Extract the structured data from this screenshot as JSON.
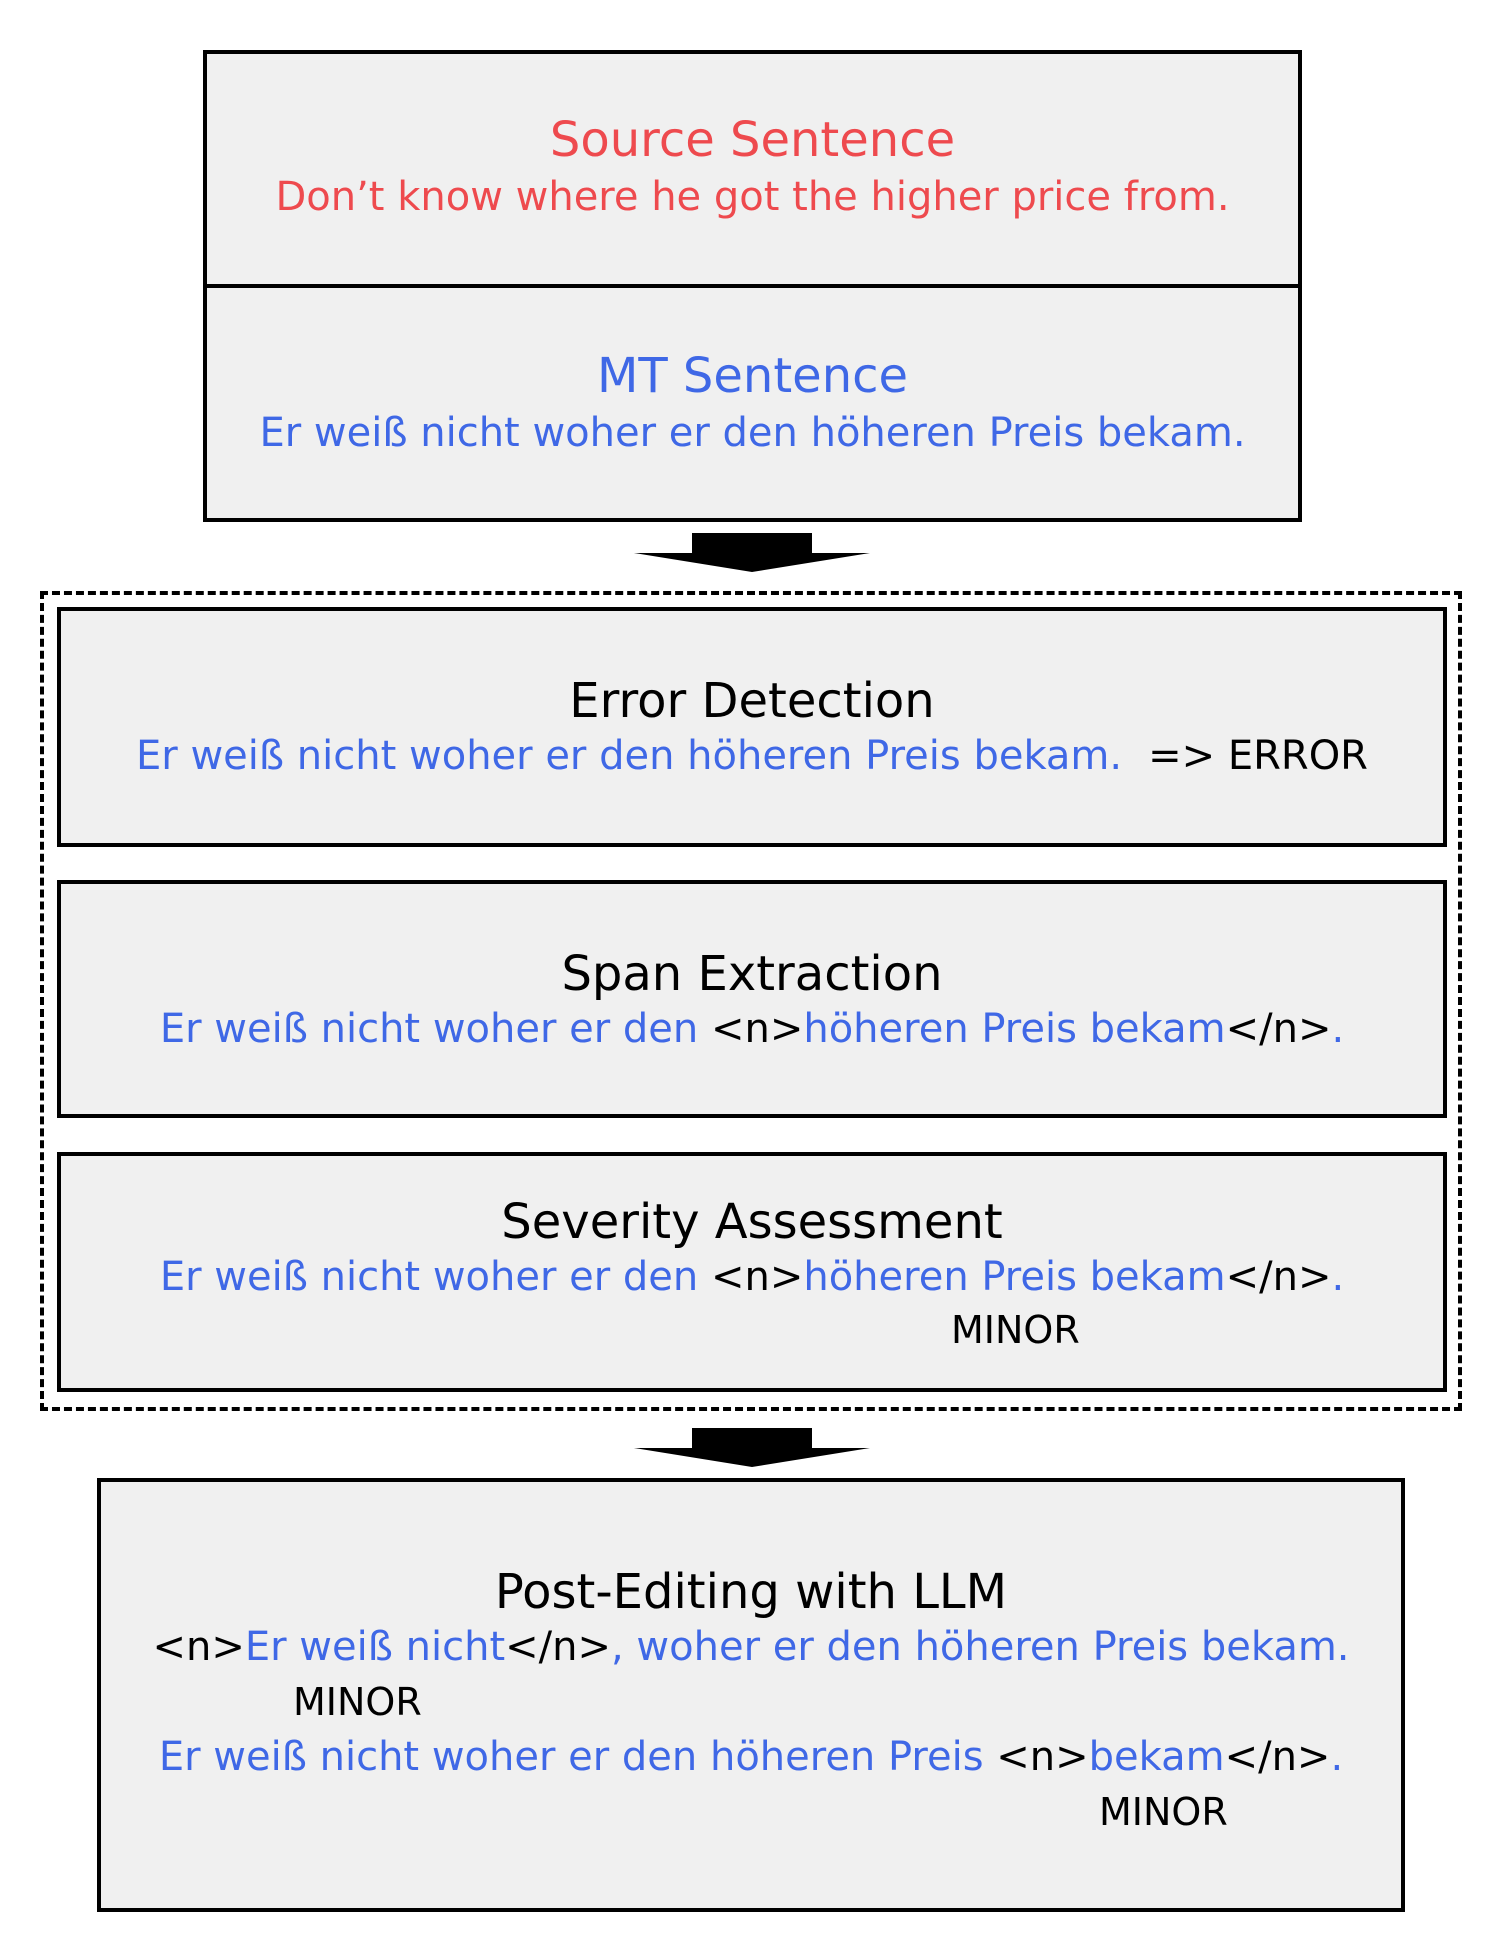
{
  "source": {
    "title": "Source Sentence",
    "text": "Don’t know where he got the higher price from."
  },
  "mt": {
    "title": "MT Sentence",
    "text": "Er weiß nicht woher er den höheren Preis bekam."
  },
  "error_detection": {
    "title": "Error Detection",
    "text": "Er weiß nicht woher er den höheren Preis bekam.",
    "result": "=> ERROR"
  },
  "span_extraction": {
    "title": "Span Extraction",
    "pre": "Er weiß nicht woher er den ",
    "open_tag": "<n>",
    "span": "höheren Preis bekam",
    "close_tag": "</n>",
    "post": "."
  },
  "severity_assessment": {
    "title": "Severity Assessment",
    "pre": "Er weiß nicht woher er den ",
    "open_tag": "<n>",
    "span": "höheren Preis bekam",
    "close_tag": "</n>",
    "post": ".",
    "severity": "MINOR"
  },
  "post_editing": {
    "title": "Post-Editing with LLM",
    "line1": {
      "open_tag": "<n>",
      "span": "Er weiß nicht",
      "close_tag": "</n>",
      "post": ", woher er den höheren Preis bekam."
    },
    "severity1": "MINOR",
    "line2": {
      "pre": "Er weiß nicht woher er den höheren Preis ",
      "open_tag": "<n>",
      "span": "bekam",
      "close_tag": "</n>",
      "post": "."
    },
    "severity2": "MINOR"
  },
  "colors": {
    "source_red": "#ee4a4e",
    "mt_blue": "#3f68e6",
    "box_fill": "#f0f0f0"
  }
}
